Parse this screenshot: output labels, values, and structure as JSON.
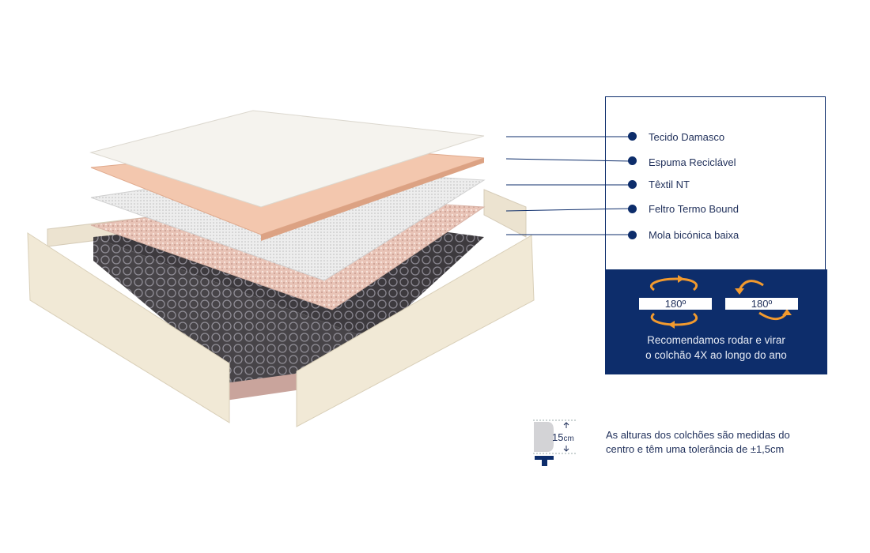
{
  "layers": [
    "Tecido Damasco",
    "Espuma Reciclável",
    "Têxtil NT",
    "Feltro Termo Bound",
    "Mola bicónica baixa"
  ],
  "rotation": {
    "rotate_label": "180º",
    "flip_label": "180º",
    "line1": "Recomendamos rodar e virar",
    "line2": "o colchão 4X ao longo do ano"
  },
  "height": {
    "value": "15",
    "unit": "cm"
  },
  "note": {
    "line1": "As alturas dos colchões são medidas do",
    "line2": "centro e têm uma tolerância de ±1,5cm"
  },
  "colors": {
    "navy": "#0d2d6b",
    "orange": "#f29a2e"
  }
}
